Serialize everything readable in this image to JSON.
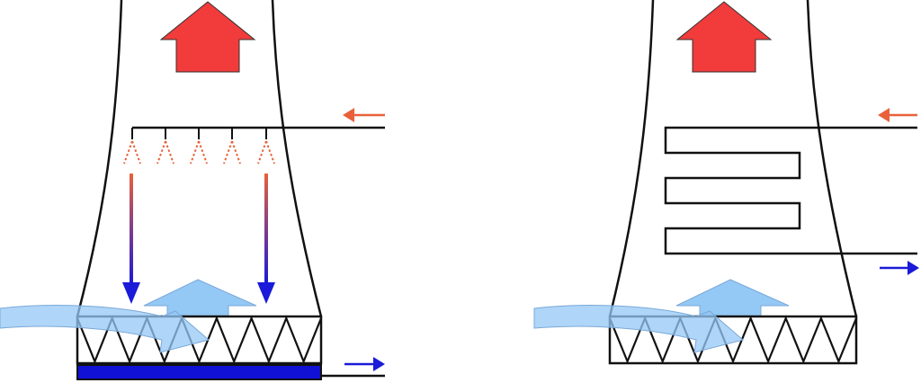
{
  "diagram": {
    "panels": [
      {
        "id": "wet",
        "hot_water_in_arrow": "orange-left-arrow",
        "spray_nozzles": 5,
        "falling_water_arrows": 2,
        "basin": true,
        "cool_water_out_arrow": "blue-right-arrow"
      },
      {
        "id": "dry",
        "hot_water_in_arrow": "orange-left-arrow",
        "coil_passes": 3,
        "cool_water_out_arrow": "blue-right-arrow"
      }
    ],
    "colors": {
      "hot_air": "#f23b3b",
      "cool_air": "#94c8f5",
      "hot_water": "#e8613a",
      "cold_water": "#1a1ad8",
      "basin": "#1111d6",
      "structure": "#111111"
    },
    "icons": [
      "red-up-arrow",
      "curved-air-inflow-arrow",
      "fill-pack",
      "spray-nozzle",
      "coil-pipe"
    ]
  }
}
